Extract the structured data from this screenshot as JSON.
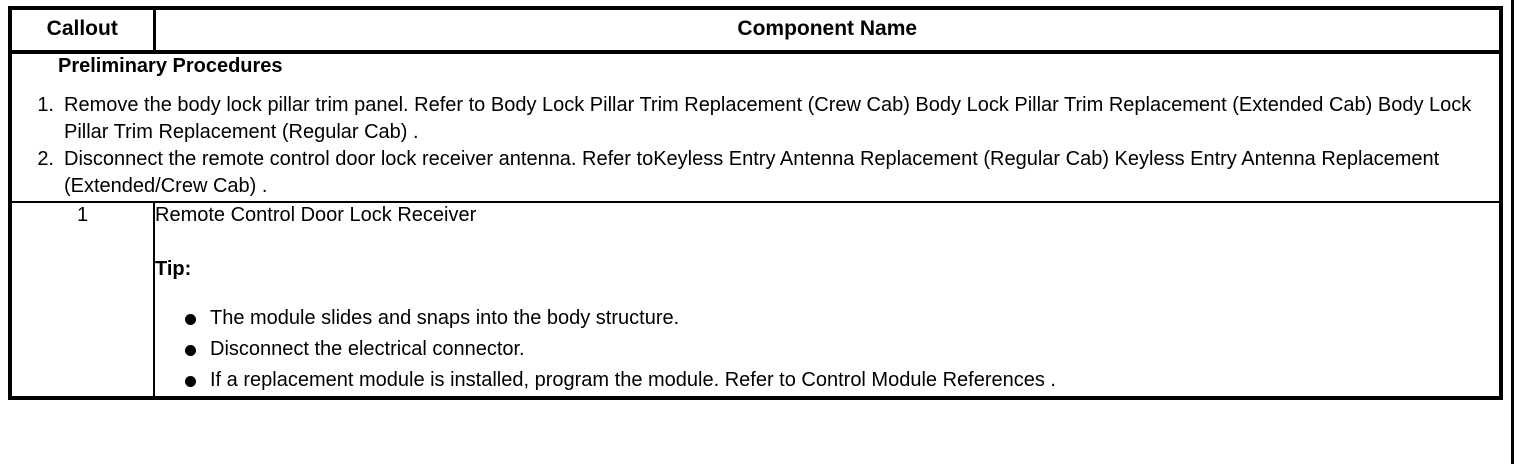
{
  "table": {
    "headers": {
      "callout": "Callout",
      "component_name": "Component Name"
    },
    "preliminary": {
      "title": "Preliminary Procedures",
      "steps": [
        {
          "number": "1.",
          "text": "Remove the body lock pillar trim panel. Refer to Body Lock Pillar Trim Replacement (Crew Cab) Body Lock Pillar Trim Replacement (Extended Cab) Body Lock Pillar Trim Replacement (Regular Cab) ."
        },
        {
          "number": "2.",
          "text": "Disconnect the remote control door lock receiver antenna. Refer toKeyless Entry Antenna Replacement (Regular Cab) Keyless Entry Antenna Replacement (Extended/Crew Cab) ."
        }
      ]
    },
    "rows": [
      {
        "callout": "1",
        "component_name": "Remote Control Door Lock Receiver",
        "tip_label": "Tip:",
        "tips": [
          "The module slides and snaps into the body structure.",
          "Disconnect the electrical connector.",
          "If a replacement module is installed, program the module. Refer to Control Module References ."
        ]
      }
    ]
  },
  "colors": {
    "border": "#000000",
    "text": "#000000",
    "background": "#ffffff"
  }
}
